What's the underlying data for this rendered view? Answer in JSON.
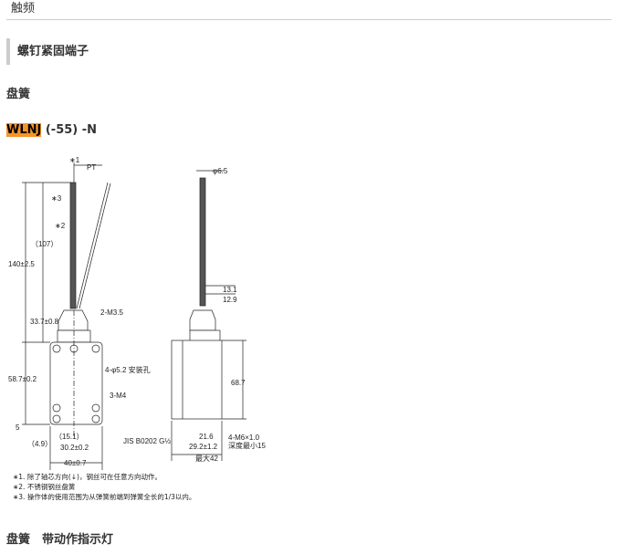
{
  "header": {
    "title": "触频"
  },
  "section": {
    "title": "螺钉紧固端子"
  },
  "subsection1": "盘簧",
  "model": {
    "name": "WLNJ",
    "suffix": " (-55) -N",
    "highlight_color": "#f7942a"
  },
  "drawing": {
    "front": {
      "n1": "∗1",
      "pt": "PT",
      "n3": "∗3",
      "n2": "∗2",
      "d107": "（107）",
      "d140": "140±2.5",
      "d33": "33.7±0.8",
      "m35": "2-M3.5",
      "hole": "4-φ5.2 安装孔",
      "d58": "58.7±0.2",
      "m4": "3-M4",
      "d5": "5",
      "d151": "（15.1）",
      "d49": "（4.9）",
      "d302": "30.2±0.2",
      "d40": "40±0.7"
    },
    "side": {
      "phi": "φ6.5",
      "d131": "13.1",
      "d129": "12.9",
      "d687": "68.7",
      "jis": "JIS B0202 G½",
      "d216": "21.6",
      "m6": "4-M6×1.0",
      "depth": "深度最小15",
      "d292": "29.2±1.2",
      "max42": "最大42"
    }
  },
  "notes": [
    "∗1. 除了轴芯方向(↓)，钢丝可在任意方向动作。",
    "∗2. 不锈钢钢丝盘簧",
    "∗3. 操作体的使用范围为从弹簧前端到弹簧全长的1/3以内。"
  ],
  "subsection2": "盘簧　带动作指示灯"
}
